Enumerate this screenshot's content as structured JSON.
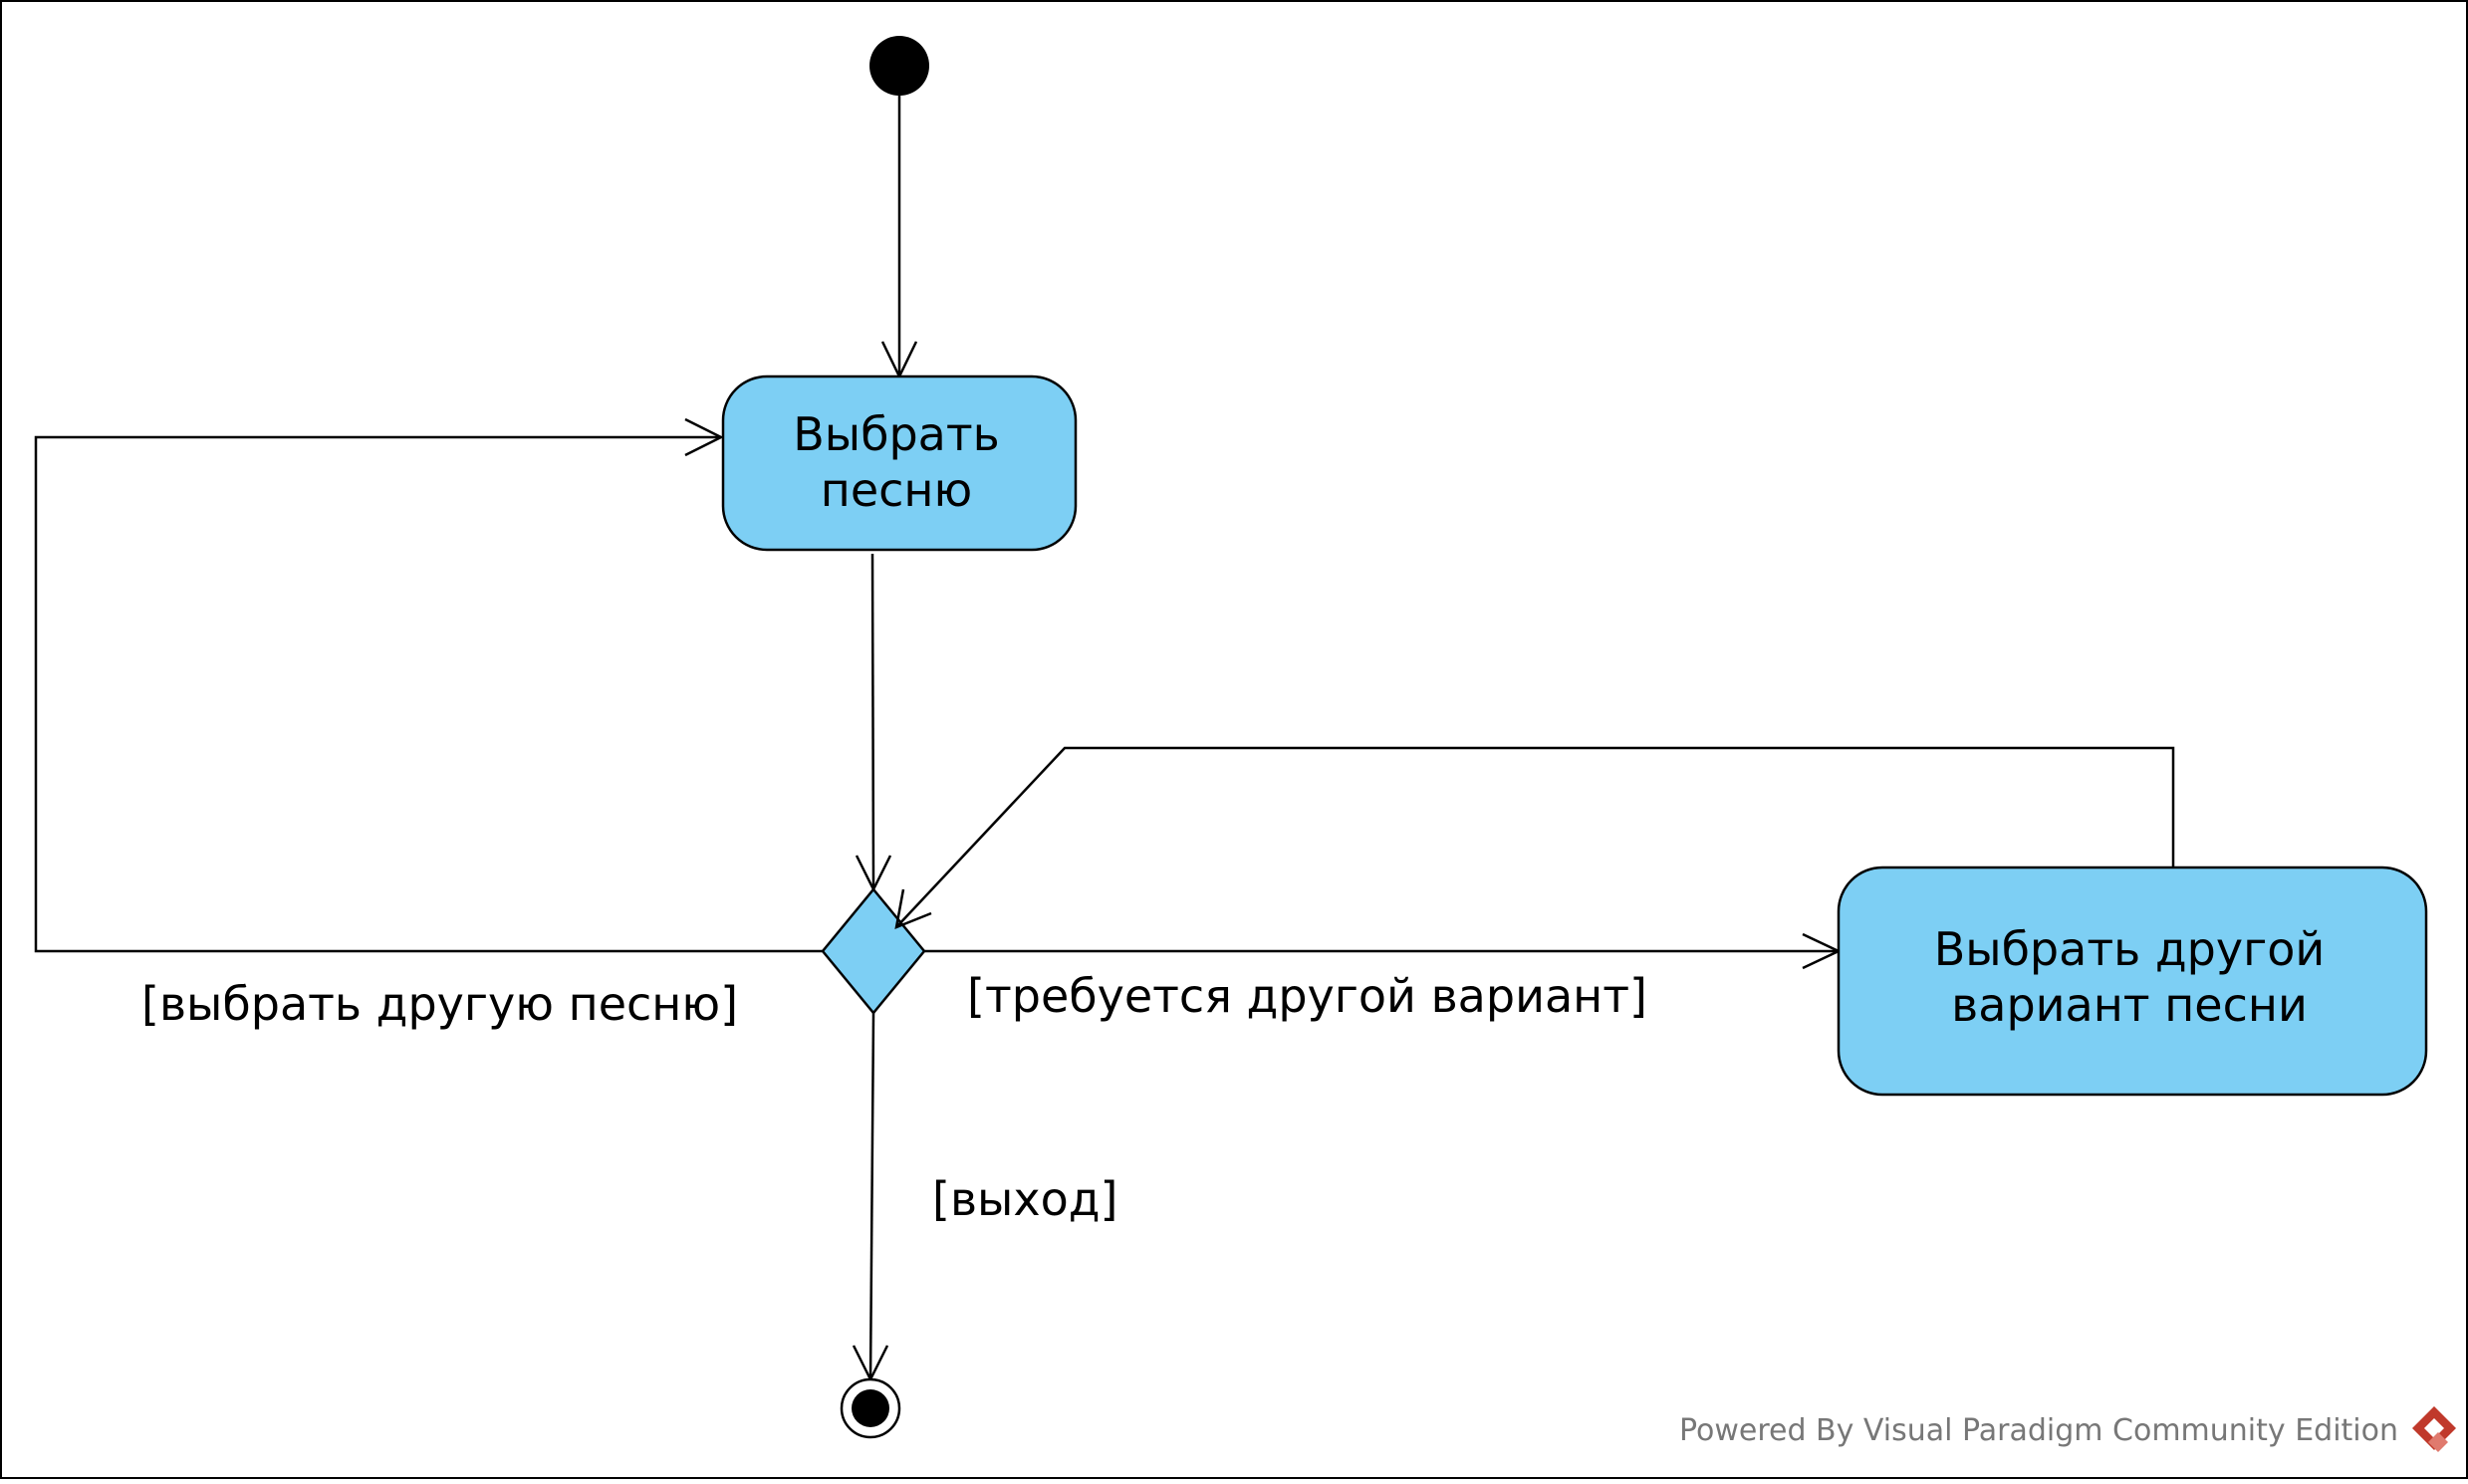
{
  "nodes": {
    "select_song": {
      "line1": "Выбрать",
      "line2": "песню"
    },
    "select_variant": {
      "line1": "Выбрать другой",
      "line2": "вариант песни"
    }
  },
  "guards": {
    "other_song": "[выбрать другую песню]",
    "other_variant": "[требуется другой вариант]",
    "exit": "[выход]"
  },
  "watermark": {
    "text": "Powered By Visual Paradigm Community Edition",
    "logo_icon": "visual-paradigm-logo-icon"
  },
  "colors": {
    "node_fill": "#7dcff4",
    "stroke": "#000000",
    "watermark_text": "#777777",
    "logo_red": "#c0392b"
  }
}
